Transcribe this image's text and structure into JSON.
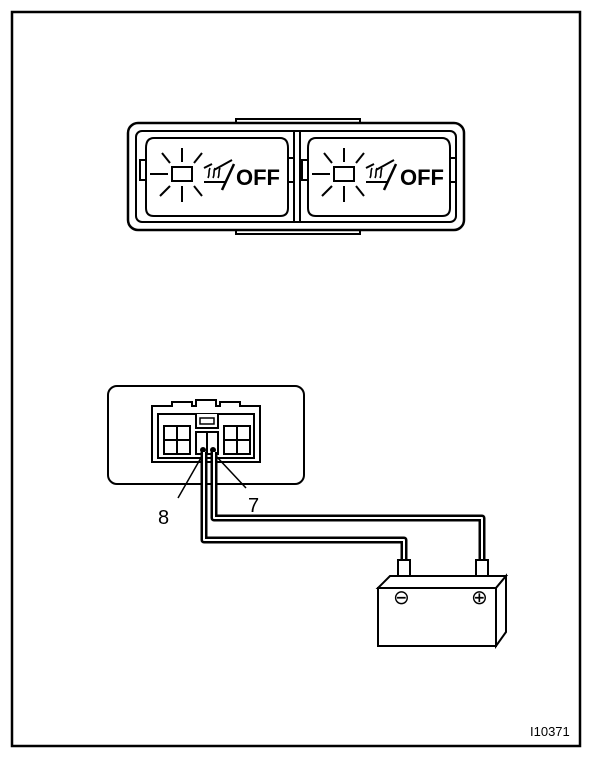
{
  "switch_panel": {
    "left_button": {
      "off_label": "OFF"
    },
    "right_button": {
      "off_label": "OFF"
    }
  },
  "connector": {
    "terminal_left_label": "8",
    "terminal_right_label": "7"
  },
  "battery": {
    "negative_symbol": "⊖",
    "positive_symbol": "⊕"
  },
  "figure_id": "I10371"
}
